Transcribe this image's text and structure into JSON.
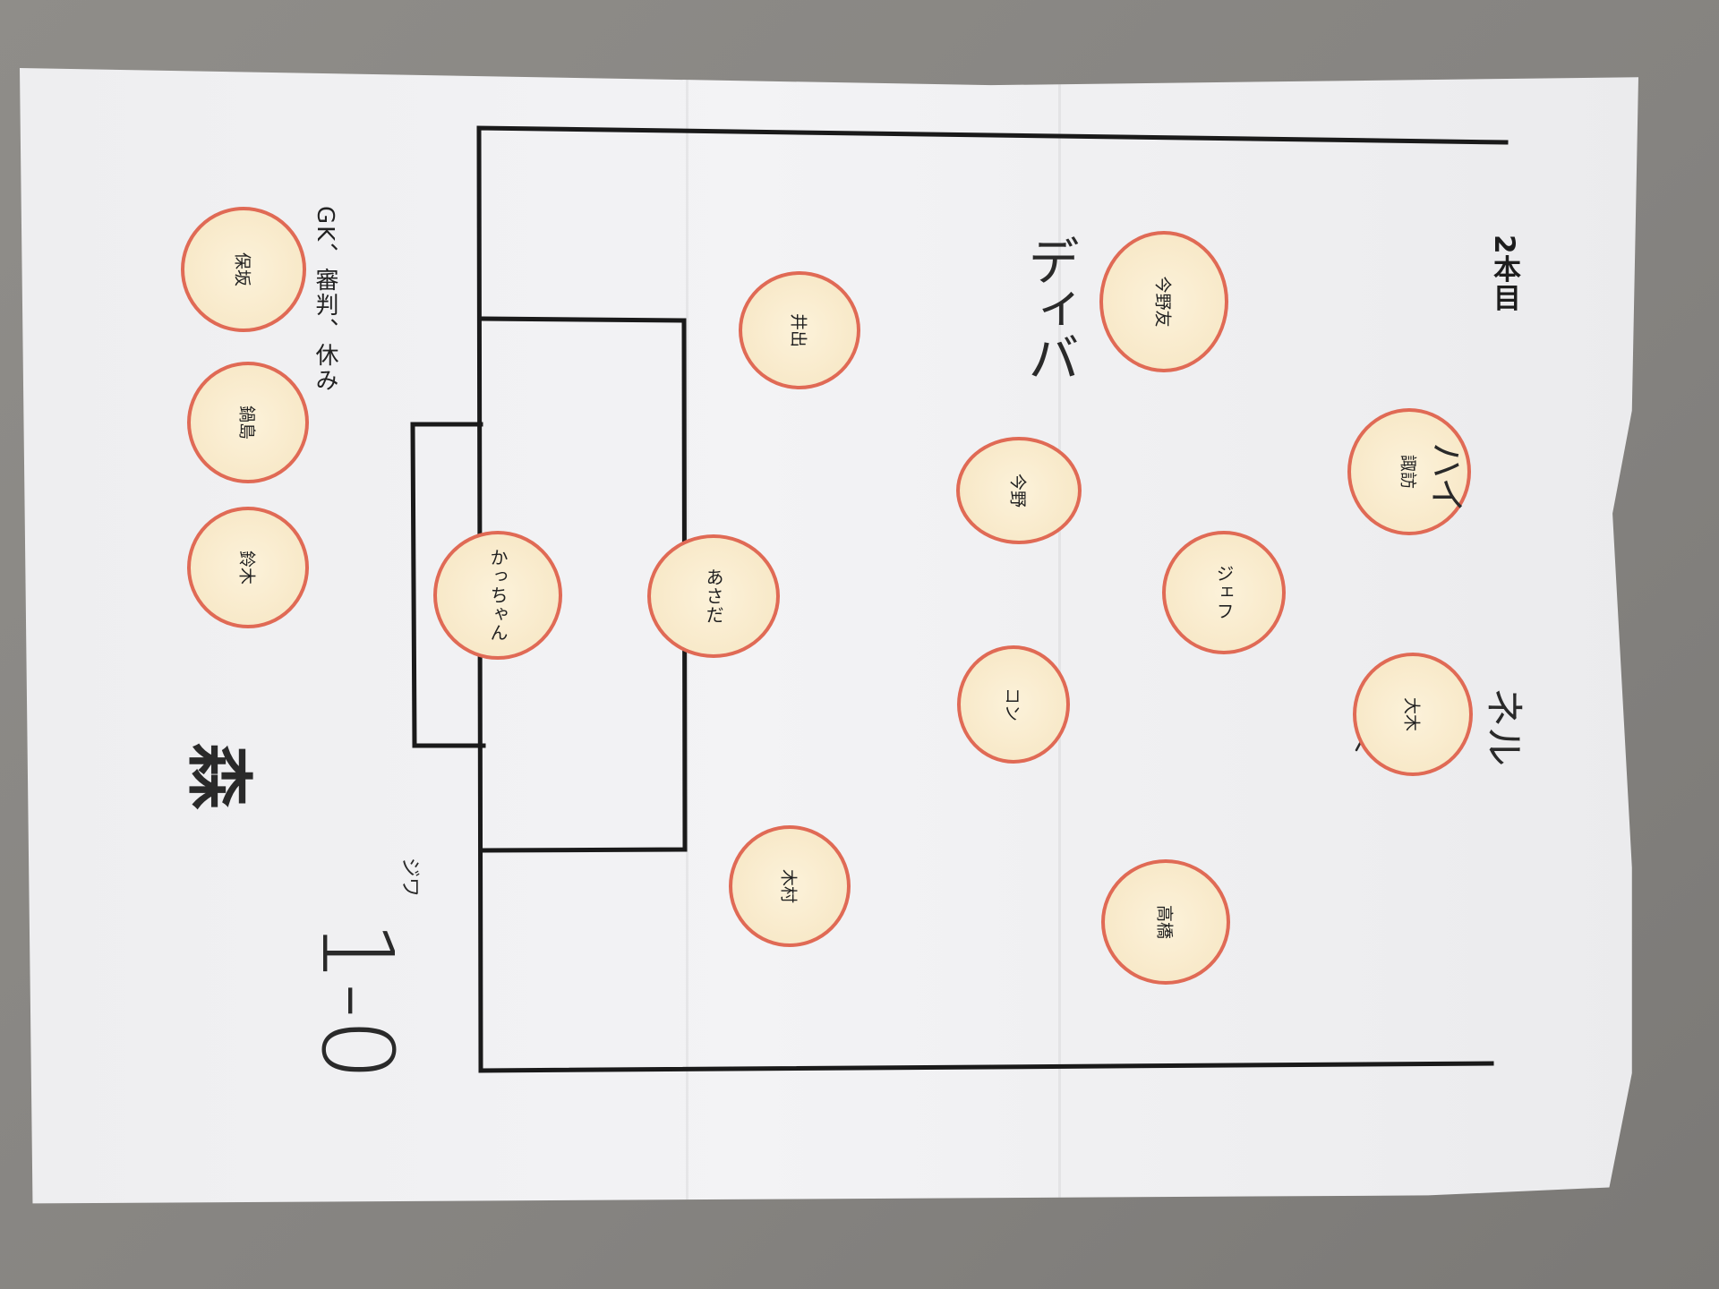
{
  "sheet": {
    "title": "2本目",
    "rest_label": "GK、審判、休み"
  },
  "players": {
    "gk_box": [
      "かっちゃん",
      "あさだ"
    ],
    "defence": [
      "井出",
      "木村"
    ],
    "midfield": [
      "今野",
      "コン"
    ],
    "attack": [
      "今野友",
      "ジェフ",
      "高橋"
    ],
    "front": [
      "諏訪",
      "大木"
    ],
    "bench": [
      "保坂",
      "鍋島",
      "鈴木"
    ]
  },
  "handwriting": {
    "note_1": "ディバ",
    "note_2": "ハイ",
    "note_3": "ネル",
    "note_4": "森",
    "note_5": "ジワ",
    "note_6": "1-0"
  },
  "colors": {
    "token_border": "#e06a55",
    "token_fill": "#f8e9c9",
    "pitch_line": "#1a1a1a"
  }
}
